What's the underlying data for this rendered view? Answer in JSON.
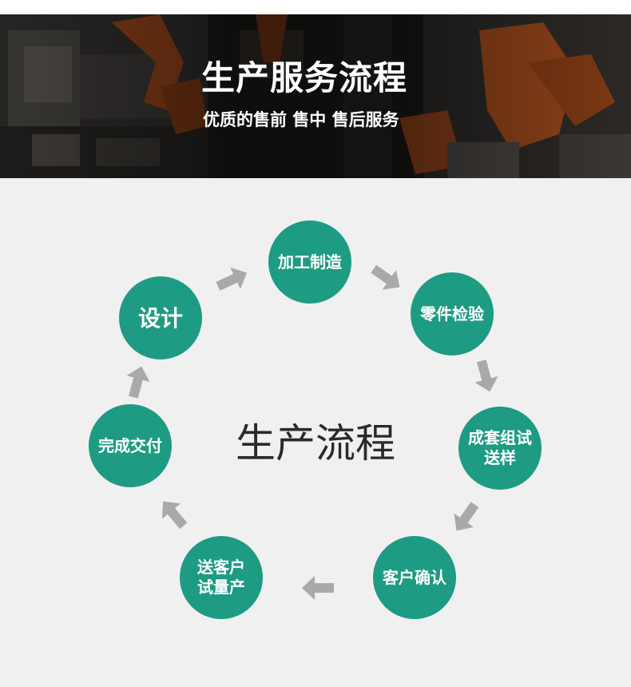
{
  "banner": {
    "title": "生产服务流程",
    "subtitle": "优质的售前 售中 售后服务"
  },
  "flow": {
    "center_title": "生产流程",
    "steps": [
      {
        "id": "design",
        "lines": [
          "设计"
        ]
      },
      {
        "id": "manufacturing",
        "lines": [
          "加工制造"
        ]
      },
      {
        "id": "inspection",
        "lines": [
          "零件检验"
        ]
      },
      {
        "id": "assembly-test-sample",
        "lines": [
          "成套组试",
          "送样"
        ]
      },
      {
        "id": "customer-confirm",
        "lines": [
          "客户确认"
        ]
      },
      {
        "id": "customer-trial",
        "lines": [
          "送客户",
          "试量产"
        ]
      },
      {
        "id": "delivery",
        "lines": [
          "完成交付"
        ]
      }
    ]
  },
  "colors": {
    "step_circle": "#1e9b83",
    "arrow": "#a9a9a9",
    "flow_background": "#f0f0f0",
    "center_text": "#2a2a2a"
  },
  "icons": {
    "arrow": "arrow-right-icon"
  }
}
